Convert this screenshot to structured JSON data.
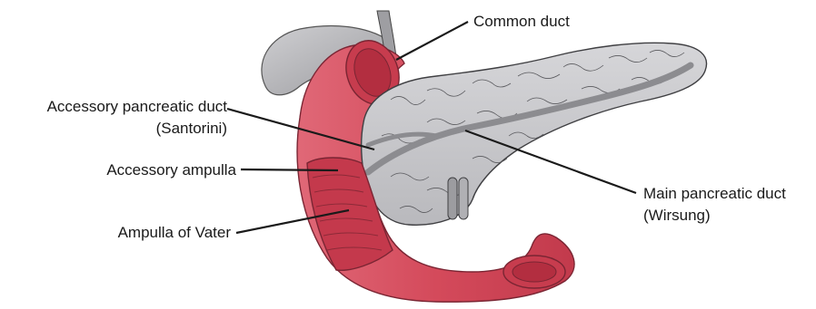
{
  "labels": {
    "common_duct": "Common duct",
    "accessory_pancreatic_duct": "Accessory pancreatic duct",
    "santorini": "(Santorini)",
    "accessory_ampulla": "Accessory ampulla",
    "ampulla_of_vater": "Ampulla of Vater",
    "main_pancreatic_duct": "Main pancreatic duct",
    "wirsung": "(Wirsung)"
  },
  "colors": {
    "duodenum": "#d24a5a",
    "duodenum_dark": "#a83344",
    "pancreas": "#c9c9cc",
    "pancreas_outline": "#4a4a4a",
    "gallbladder": "#b5b5b8",
    "leader_line": "#1a1a1a"
  }
}
